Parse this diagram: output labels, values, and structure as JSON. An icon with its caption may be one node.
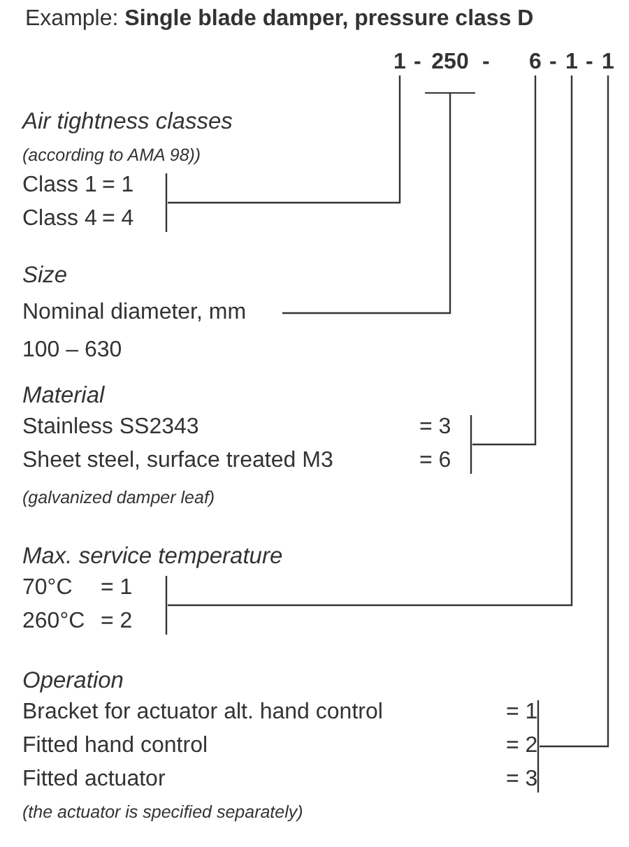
{
  "diagram": {
    "nodes": [
      {
        "text": [
          "1"
        ]
      },
      {
        "text": [
          "250"
        ]
      },
      {
        "text": [
          "6"
        ]
      },
      {
        "text": [
          "1"
        ]
      },
      {
        "text": [
          "1"
        ]
      },
      {
        "text": [
          "Class 1",
          "= 1",
          "Class 4",
          "= 4"
        ]
      },
      {
        "text": [
          "Nominal diameter, mm"
        ]
      },
      {
        "text": [
          "Stainless SS2343",
          "= 3",
          "Sheet steel, surface treated M3",
          "= 6"
        ]
      },
      {
        "text": [
          "70°C",
          "= 1",
          "260°C",
          "= 2"
        ]
      },
      {
        "text": [
          "Bracket for actuator alt. hand control",
          "= 1",
          "Fitted hand control",
          "= 2",
          "Fitted actuator",
          "= 3"
        ]
      }
    ],
    "edges": [
      {
        "from": 5,
        "to": 0,
        "arrow": "none"
      },
      {
        "from": 6,
        "to": 1,
        "arrow": "none"
      },
      {
        "from": 7,
        "to": 2,
        "arrow": "none"
      },
      {
        "from": 8,
        "to": 3,
        "arrow": "none"
      },
      {
        "from": 9,
        "to": 4,
        "arrow": "none"
      }
    ],
    "labels": [
      "Example: **Single blade damper, pressure class D**",
      "-",
      "-",
      "-",
      "-",
      "Air tightness classes",
      "(according to AMA 98))",
      "Size",
      "100 – 630",
      "Material",
      "(galvanized damper leaf)",
      "Max. service temperature",
      "Operation",
      "(the actuator is specified separately)"
    ]
  }
}
